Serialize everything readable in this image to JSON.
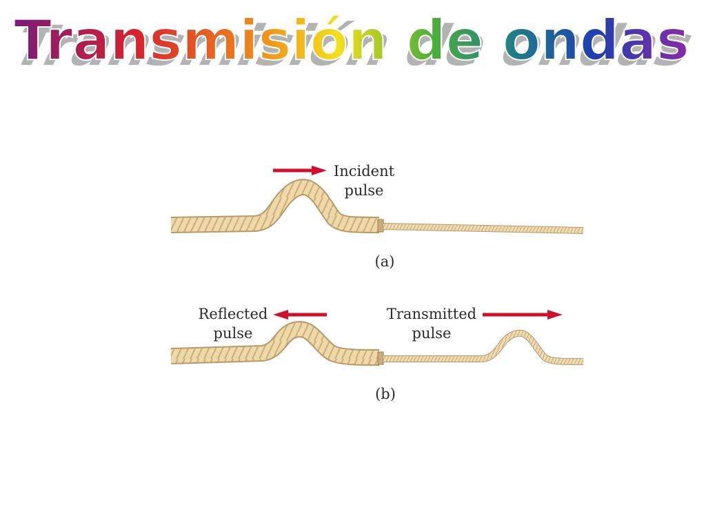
{
  "slide": {
    "title": "Transmisión de ondas"
  },
  "panel_a": {
    "label": "(a)",
    "incident_label_line1": "Incident",
    "incident_label_line2": "pulse"
  },
  "panel_b": {
    "label": "(b)",
    "reflected_label_line1": "Reflected",
    "reflected_label_line2": "pulse",
    "transmitted_label_line1": "Transmitted",
    "transmitted_label_line2": "pulse"
  },
  "colors": {
    "arrow": "#d0102a",
    "heavy_rope": "#efd9a8",
    "light_rope": "#f1dcb4",
    "rope_outline": "#b59a6a",
    "title_gradient": [
      "#7a1a7a",
      "#d8222e",
      "#f08a1a",
      "#f3e01a",
      "#4caf3a",
      "#1f7d8a",
      "#1f3fb0",
      "#8a2aa8"
    ]
  }
}
